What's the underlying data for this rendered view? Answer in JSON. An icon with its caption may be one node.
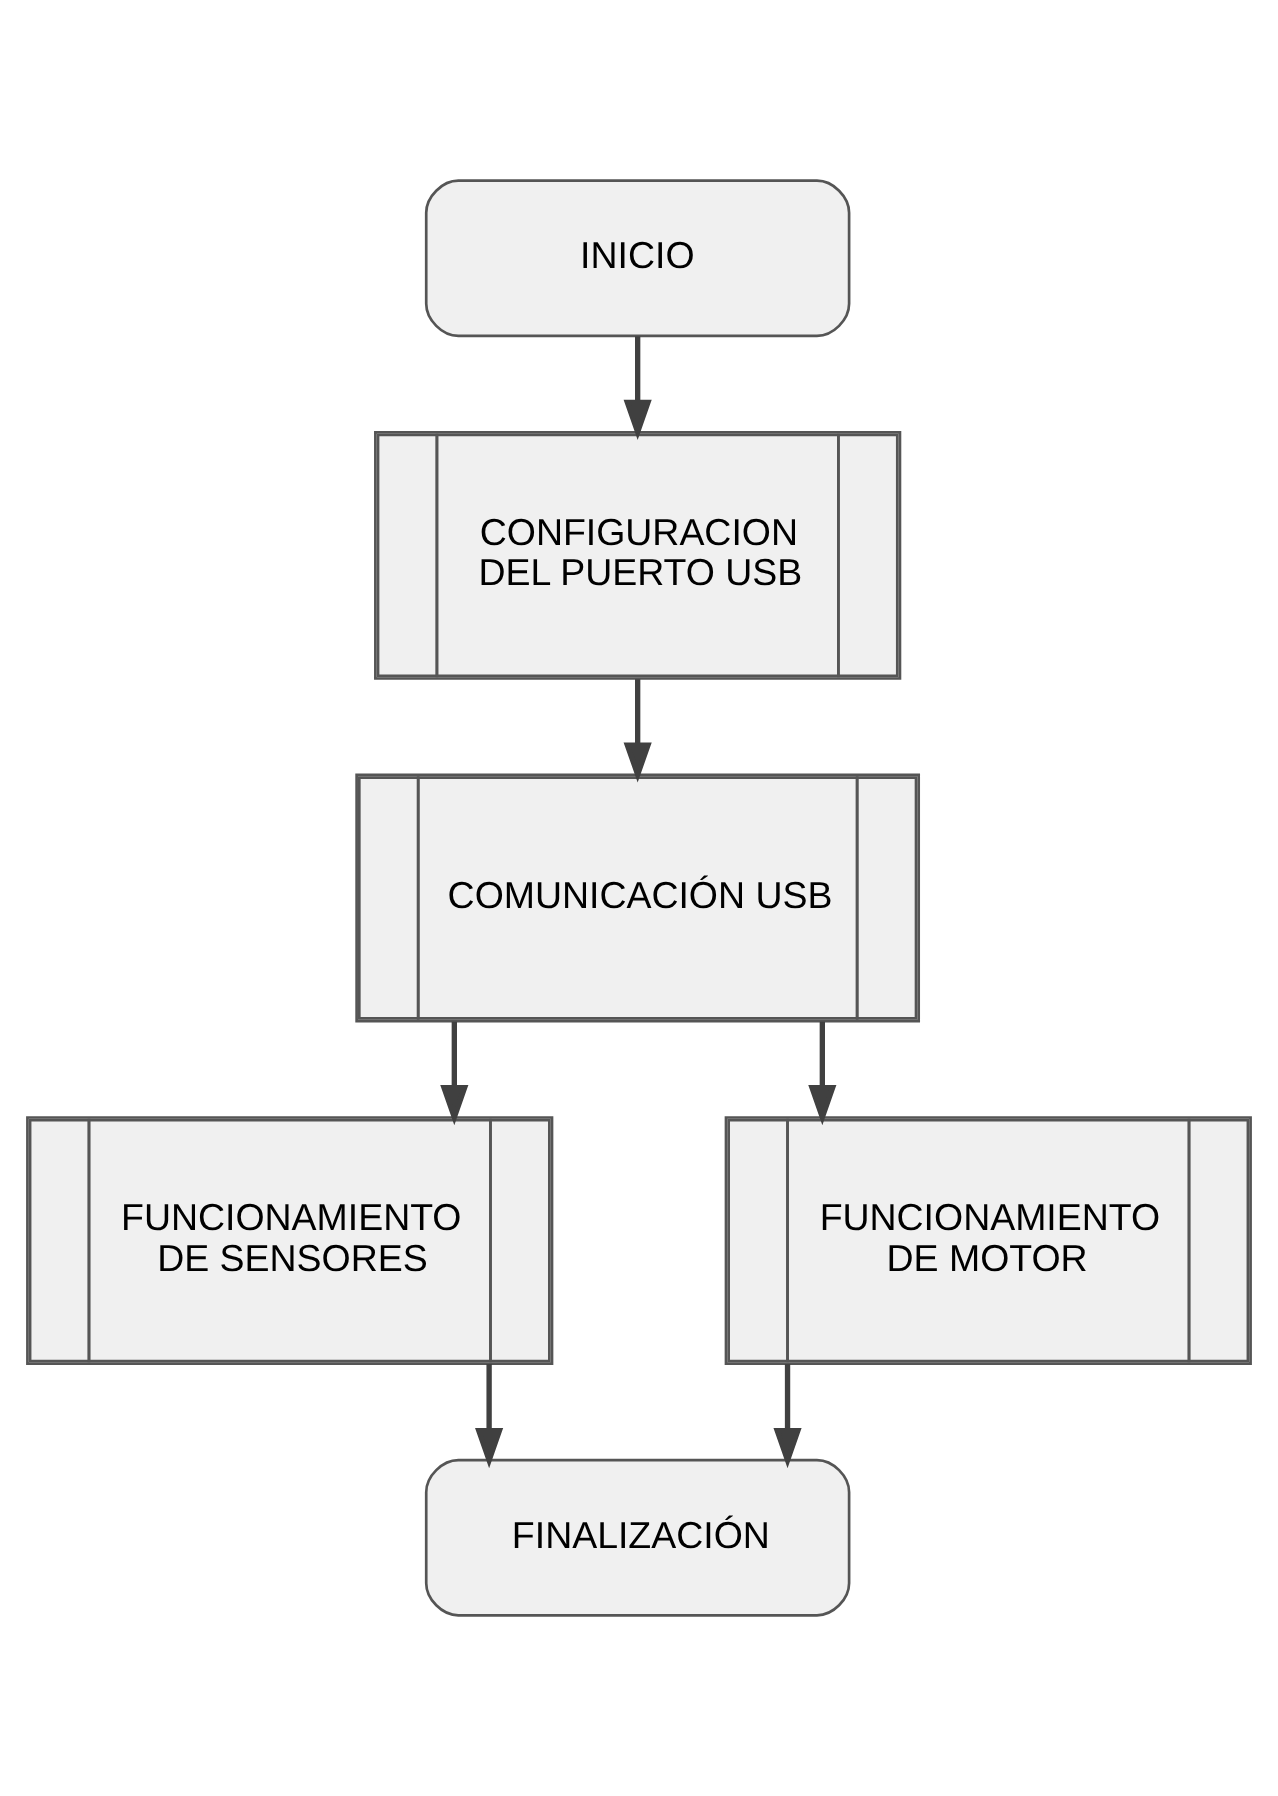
{
  "diagram": {
    "nodes": [
      {
        "text": [
          "INICIO"
        ]
      },
      {
        "text": [
          "CONFIGURACION DEL PUERTO USB"
        ]
      },
      {
        "text": [
          "COMUNICACIÓN USB"
        ]
      },
      {
        "text": [
          "FUNCIONAMIENTO DE SENSORES"
        ]
      },
      {
        "text": [
          "FUNCIONAMIENTO DE MOTOR"
        ]
      },
      {
        "text": [
          "FINALIZACIÓN"
        ]
      }
    ],
    "edges": [
      {
        "from": 0,
        "to": 1,
        "arrow": "to"
      },
      {
        "from": 1,
        "to": 2,
        "arrow": "to"
      },
      {
        "from": 2,
        "to": 3,
        "arrow": "to"
      },
      {
        "from": 2,
        "to": 4,
        "arrow": "to"
      },
      {
        "from": 3,
        "to": 5,
        "arrow": "to"
      },
      {
        "from": 4,
        "to": 5,
        "arrow": "to"
      }
    ]
  }
}
